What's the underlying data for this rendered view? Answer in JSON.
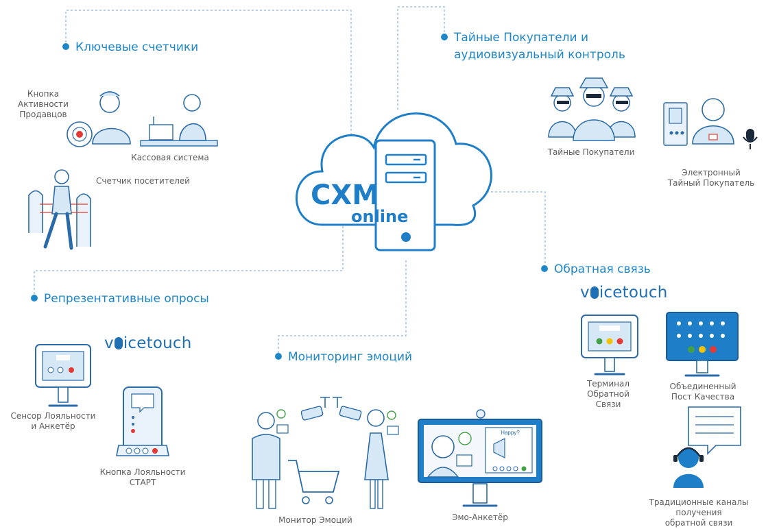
{
  "center": {
    "brand_main": "CXM",
    "brand_sub": "online"
  },
  "sections": {
    "key_counters": "Ключевые счетчики",
    "mystery": [
      "Тайные Покупатели и",
      "аудиовизуальный контроль"
    ],
    "surveys": "Репрезентативные опросы",
    "emotions": "Мониторинг эмоций",
    "feedback": "Обратная связь"
  },
  "labels": {
    "activity_button": [
      "Кнопка",
      "Активности",
      "Продавцов"
    ],
    "cash": "Кассовая система",
    "visitor_counter": "Счетчик посетителей",
    "mystery_shoppers": "Тайные Покупатели",
    "electronic_shopper": [
      "Электронный",
      "Тайный Покупатель"
    ],
    "loyalty_sensor": [
      "Сенсор Лояльности",
      "и Анкетёр"
    ],
    "loyalty_button": [
      "Кнопка Лояльности",
      "СТАРТ"
    ],
    "emotion_monitor": "Монитор Эмоций",
    "emo_questionnaire": "Эмо-Анкетёр",
    "feedback_terminal": [
      "Терминал",
      "Обратной",
      "Связи"
    ],
    "quality_post": [
      "Объединенный",
      "Пост Качества"
    ],
    "traditional_channels": [
      "Традиционные каналы",
      "получения",
      "обратной связи"
    ]
  },
  "brand": {
    "voicetouch_pre": "v",
    "voicetouch_post": "icetouch"
  },
  "screen_text": {
    "happy": "Happy?"
  },
  "colors": {
    "accent": "#1e87c8",
    "icon_fill": "#d6e7f5",
    "icon_stroke": "#2a6aa8",
    "red": "#e53935",
    "green": "#43a047",
    "yellow": "#f2c200"
  },
  "icons": [
    "cloud-server-icon",
    "seller-icon",
    "cashier-icon",
    "turnstile-icon",
    "spies-icon",
    "electronic-shopper-icon",
    "microphone-icon",
    "kiosk-icon",
    "phone-kiosk-icon",
    "shopper-man-icon",
    "shopper-woman-icon",
    "camera-icon",
    "cart-icon",
    "monitor-icon",
    "feedback-terminal-icon",
    "quality-post-icon",
    "call-center-icon",
    "speech-bubble-icon"
  ]
}
